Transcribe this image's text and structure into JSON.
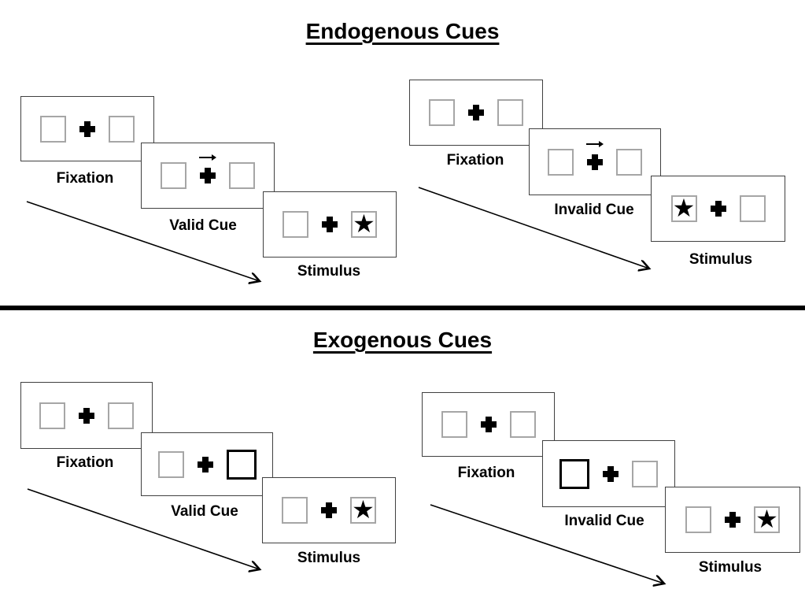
{
  "diagram": {
    "sections": [
      {
        "title": "Endogenous Cues",
        "groups": [
          {
            "name": "valid-trial",
            "steps": [
              {
                "label": "Fixation",
                "card": "two empty boxes with central fixation cross"
              },
              {
                "label": "Valid Cue",
                "card": "central arrow pointing right above fixation cross"
              },
              {
                "label": "Stimulus",
                "card": "star target in right box"
              }
            ]
          },
          {
            "name": "invalid-trial",
            "steps": [
              {
                "label": "Fixation",
                "card": "two empty boxes with central fixation cross"
              },
              {
                "label": "Invalid Cue",
                "card": "central arrow pointing right above fixation cross"
              },
              {
                "label": "Stimulus",
                "card": "star target in left box"
              }
            ]
          }
        ]
      },
      {
        "title": "Exogenous Cues",
        "groups": [
          {
            "name": "valid-trial",
            "steps": [
              {
                "label": "Fixation",
                "card": "two empty boxes with central fixation cross"
              },
              {
                "label": "Valid Cue",
                "card": "right box highlighted with thick black border"
              },
              {
                "label": "Stimulus",
                "card": "star target in right box"
              }
            ]
          },
          {
            "name": "invalid-trial",
            "steps": [
              {
                "label": "Fixation",
                "card": "two empty boxes with central fixation cross"
              },
              {
                "label": "Invalid Cue",
                "card": "left box highlighted with thick black border"
              },
              {
                "label": "Stimulus",
                "card": "star target in right box"
              }
            ]
          }
        ]
      }
    ],
    "glyphs": {
      "star": "★",
      "fixation_cross": "plus-cross-icon",
      "cue_arrow": "right-arrow-icon",
      "time_arrow": "diagonal-down-right-arrow-icon"
    },
    "colors": {
      "ink": "#000000",
      "card_border": "#404040",
      "square_border": "#a6a6a6",
      "background": "#ffffff"
    }
  }
}
